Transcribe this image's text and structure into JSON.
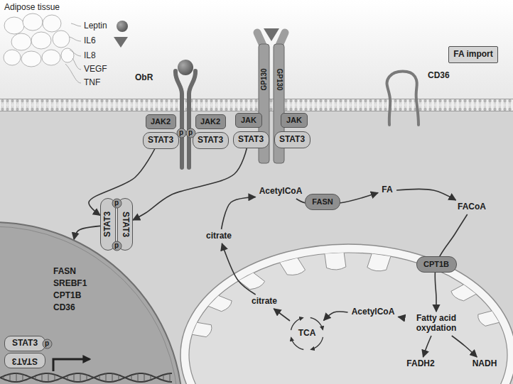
{
  "diagram": {
    "nodes": [
      {
        "text": [
          "FA import"
        ]
      },
      {
        "text": [
          "JAK2"
        ]
      },
      {
        "text": [
          "JAK2"
        ]
      },
      {
        "text": [
          "STAT3"
        ]
      },
      {
        "text": [
          "STAT3"
        ]
      },
      {
        "text": [
          "p"
        ]
      },
      {
        "text": [
          "p"
        ]
      },
      {
        "text": [
          "JAK"
        ]
      },
      {
        "text": [
          "JAK"
        ]
      },
      {
        "text": [
          "STAT3"
        ]
      },
      {
        "text": [
          "STAT3"
        ]
      },
      {
        "text": [
          "STAT3"
        ]
      },
      {
        "text": [
          "STAT3"
        ]
      },
      {
        "text": [
          "p"
        ]
      },
      {
        "text": [
          "p"
        ]
      },
      {
        "text": [
          "FASN",
          "SREBF1",
          "CPT1B",
          "CD36"
        ]
      },
      {
        "text": [
          "STAT3"
        ],
        "in": 15
      },
      {
        "text": [
          "STAT3"
        ],
        "in": 15
      },
      {
        "text": [
          "p"
        ],
        "in": 15
      },
      {
        "text": [
          "AcetylCoA"
        ]
      },
      {
        "text": [
          "FASN"
        ]
      },
      {
        "text": [
          "FA"
        ]
      },
      {
        "text": [
          "FACoA"
        ]
      },
      {
        "text": [
          "citrate"
        ]
      },
      {
        "text": [
          "citrate"
        ]
      },
      {
        "text": [
          "TCA"
        ]
      },
      {
        "text": [
          "AcetylCoA"
        ]
      },
      {
        "text": [
          "CPT1B"
        ]
      },
      {
        "text": [
          "Fatty acid oxydation"
        ]
      },
      {
        "text": [
          "FADH2"
        ]
      },
      {
        "text": [
          "NADH"
        ]
      }
    ],
    "edges": [
      {
        "from": 3,
        "to": 11,
        "arrow": "to"
      },
      {
        "from": 9,
        "to": 12,
        "arrow": "to"
      },
      {
        "from": 11,
        "to": 15,
        "arrow": "to"
      },
      {
        "from": 23,
        "to": 19,
        "arrow": "to"
      },
      {
        "from": 19,
        "to": 21,
        "arrow": "to"
      },
      {
        "from": 21,
        "to": 22,
        "arrow": "to"
      },
      {
        "from": 22,
        "to": 28,
        "arrow": "to"
      },
      {
        "from": 28,
        "to": 26,
        "arrow": "to"
      },
      {
        "from": 26,
        "to": 25,
        "arrow": "to"
      },
      {
        "from": 25,
        "to": 24,
        "arrow": "to"
      },
      {
        "from": 24,
        "to": 23,
        "arrow": "to"
      },
      {
        "from": 28,
        "to": 29,
        "arrow": "to"
      },
      {
        "from": 28,
        "to": 30,
        "arrow": "to"
      }
    ],
    "labels": [
      "Adipose tissue",
      "Leptin",
      "IL6",
      "IL8",
      "VEGF",
      "TNF",
      "ObR",
      "GP130",
      "GP130",
      "CD36"
    ]
  }
}
